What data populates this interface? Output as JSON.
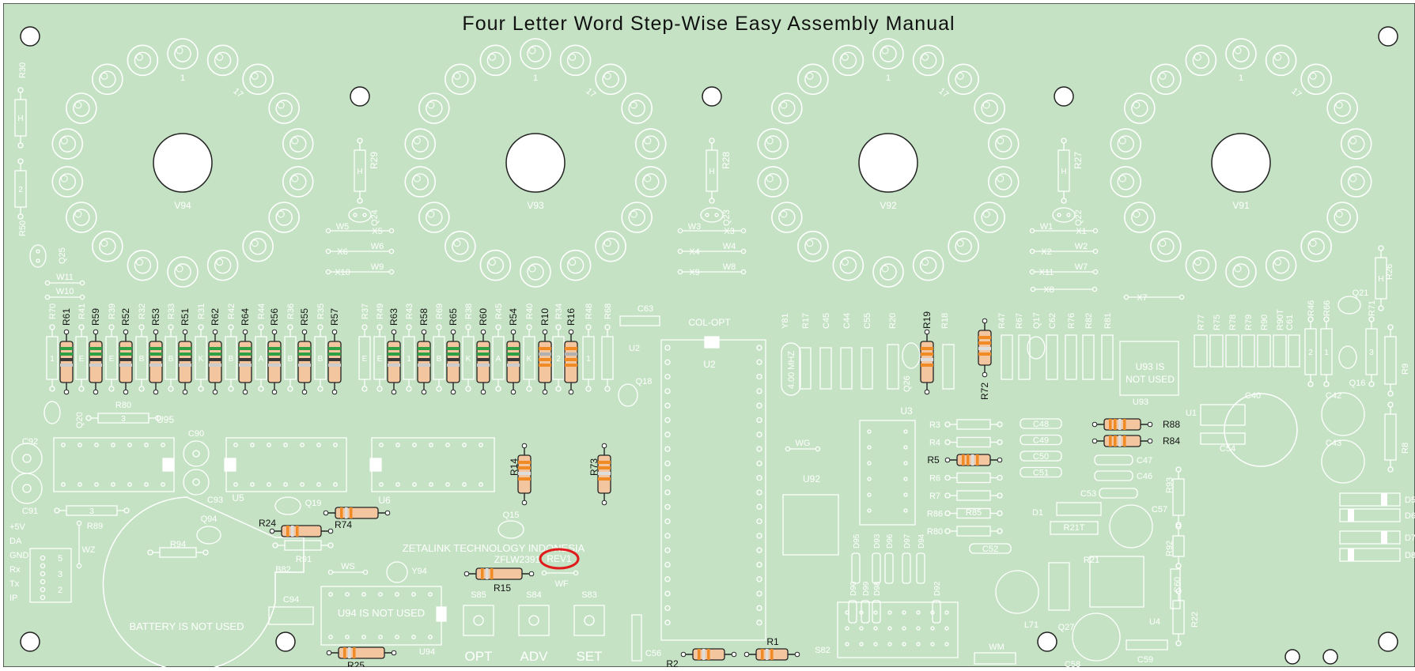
{
  "title": "Four Letter Word Step-Wise Easy Assembly Manual",
  "colors": {
    "board": "#c5e3c4",
    "silk": "#ffffff",
    "outline": "#333333",
    "resistor_tan": "#f3c6a0",
    "band_orange": "#f08a24",
    "band_green": "#2fa043",
    "highlight": "#e01b1b"
  },
  "tubes": [
    {
      "label": "V94",
      "pin1": "1",
      "pin17": "17"
    },
    {
      "label": "V93",
      "pin1": "1",
      "pin17": "17"
    },
    {
      "label": "V92",
      "pin1": "1",
      "pin17": "17"
    },
    {
      "label": "V91",
      "pin1": "1",
      "pin17": "17"
    }
  ],
  "top_resistors": [
    "R61",
    "R59",
    "R52",
    "R53",
    "R51",
    "R62",
    "R64",
    "R56",
    "R55",
    "R57",
    "R63",
    "R58",
    "R65",
    "R60",
    "R54",
    "R10",
    "R16"
  ],
  "faint_labels": [
    "R70",
    "R41",
    "R39",
    "R32",
    "R33",
    "R31",
    "R42",
    "R44",
    "R36",
    "R35",
    "R37",
    "R49",
    "R43",
    "R69",
    "R38",
    "R45",
    "R40",
    "R34",
    "R48",
    "R68"
  ],
  "res_marks": [
    "1",
    "E",
    "E",
    "B",
    "B",
    "K",
    "B",
    "A",
    "B",
    "B",
    "E",
    "E",
    "1",
    "B",
    "K",
    "A",
    "K",
    "2",
    "1"
  ],
  "left_col": {
    "r30": "R30",
    "r50": "R50",
    "h": "H",
    "two": "2",
    "q25": "Q25",
    "w11": "W11",
    "w10": "W10",
    "q20": "Q20",
    "r80": "R80",
    "r80_mark": "3"
  },
  "ic_sockets": [
    "U95",
    "U5",
    "U6"
  ],
  "pins": [
    "+5V",
    "DA",
    "GND",
    "Rx",
    "Tx",
    "IP"
  ],
  "pin_nums": [
    "5",
    "3",
    "2"
  ],
  "battery": "BATTERY  IS NOT USED",
  "labels_bottom_left": {
    "r94": "R94",
    "q94": "Q94",
    "r89": "R89",
    "r89_mark": "3",
    "wz": "WZ",
    "c92": "C92",
    "c91": "C91",
    "c90": "C90",
    "c93": "C93",
    "b82": "B82",
    "c94": "C94",
    "r91": "R91",
    "r24": "R24",
    "r74": "R74",
    "r25": "R25",
    "q19": "Q19"
  },
  "middle": {
    "r14": "R14",
    "r73": "R73",
    "q15": "Q15",
    "q18": "Q18",
    "company": "ZETALINK TECHNOLOGY INDONESIA",
    "model": "ZFLW2391",
    "rev": "REV1",
    "ws": "WS",
    "wf": "WF",
    "y94": "Y94",
    "r15": "R15",
    "u94": "U94 IS NOT USED",
    "u94_label": "U94",
    "c63": "C63",
    "col_opt": "COL-OPT",
    "u2": "U2",
    "u2_pin": "U2",
    "c56": "C56",
    "r2": "R2",
    "r1": "R1",
    "s82": "S82"
  },
  "buttons": [
    {
      "sw": "S85",
      "label": "OPT"
    },
    {
      "sw": "S84",
      "label": "ADV"
    },
    {
      "sw": "S83",
      "label": "SET"
    }
  ],
  "gaps": [
    {
      "r": "R29",
      "h": "H",
      "q": "Q24",
      "w1": "W5",
      "x1": "X5",
      "x2": "X6",
      "w2": "W6",
      "x3": "X10",
      "w3": "W9"
    },
    {
      "r": "R28",
      "h": "H",
      "q": "Q23",
      "w1": "W3",
      "x1": "X3",
      "x2": "X4",
      "w2": "W4",
      "x3": "X9",
      "w3": "W8"
    },
    {
      "r": "R27",
      "h": "H",
      "q": "Q22",
      "w1": "W1",
      "x1": "X1",
      "x2": "X2",
      "w2": "W2",
      "x3": "X11",
      "w3": "W7"
    }
  ],
  "x8": "X8",
  "x7": "X7",
  "right_top": [
    "Y81",
    "R17",
    "C45",
    "C44",
    "C55",
    "R20",
    "R19",
    "R18",
    "R47",
    "R67",
    "R72",
    "Q17",
    "C62",
    "R76",
    "R82",
    "R81"
  ],
  "crystal": "4.00 MHZ",
  "u93": "U93 IS NOT USED",
  "u93_label": "U93",
  "q26": "Q26",
  "wg": "WG",
  "u3": "U3",
  "u92": "U92",
  "res_stack": [
    "R3",
    "R4",
    "R5",
    "R6",
    "R7",
    "R86",
    "R80"
  ],
  "r85": "R85",
  "caps_stack": [
    "C48",
    "C49",
    "C50",
    "C51"
  ],
  "r88": "R88",
  "r84": "R84",
  "c47": "C47",
  "c46": "C46",
  "c53": "C53",
  "c52": "C52",
  "diodes_mid": [
    "D95",
    "D93",
    "D96",
    "D97",
    "D94",
    "D92",
    "D90",
    "D99",
    "D98"
  ],
  "l71": "L71",
  "r21": "R21",
  "r21t": "R21T",
  "q27": "Q27",
  "d1": "D1",
  "c57": "C57",
  "c58": "C58",
  "u4": "U4",
  "c59": "C59",
  "c60": "C60",
  "wm": "WM",
  "r93": "R93",
  "r92": "R92",
  "r22": "R22",
  "far_right": [
    "R77",
    "R75",
    "R78",
    "R79",
    "R90",
    "R90T",
    "C61",
    "R46",
    "R66",
    "R71",
    "R26",
    "R9",
    "R8",
    "Q21",
    "Q16",
    "C40",
    "C42",
    "C43",
    "C54",
    "U1",
    "H",
    "1",
    "2",
    "3"
  ],
  "diodes_right": [
    "D5",
    "D6",
    "D7",
    "D8"
  ]
}
